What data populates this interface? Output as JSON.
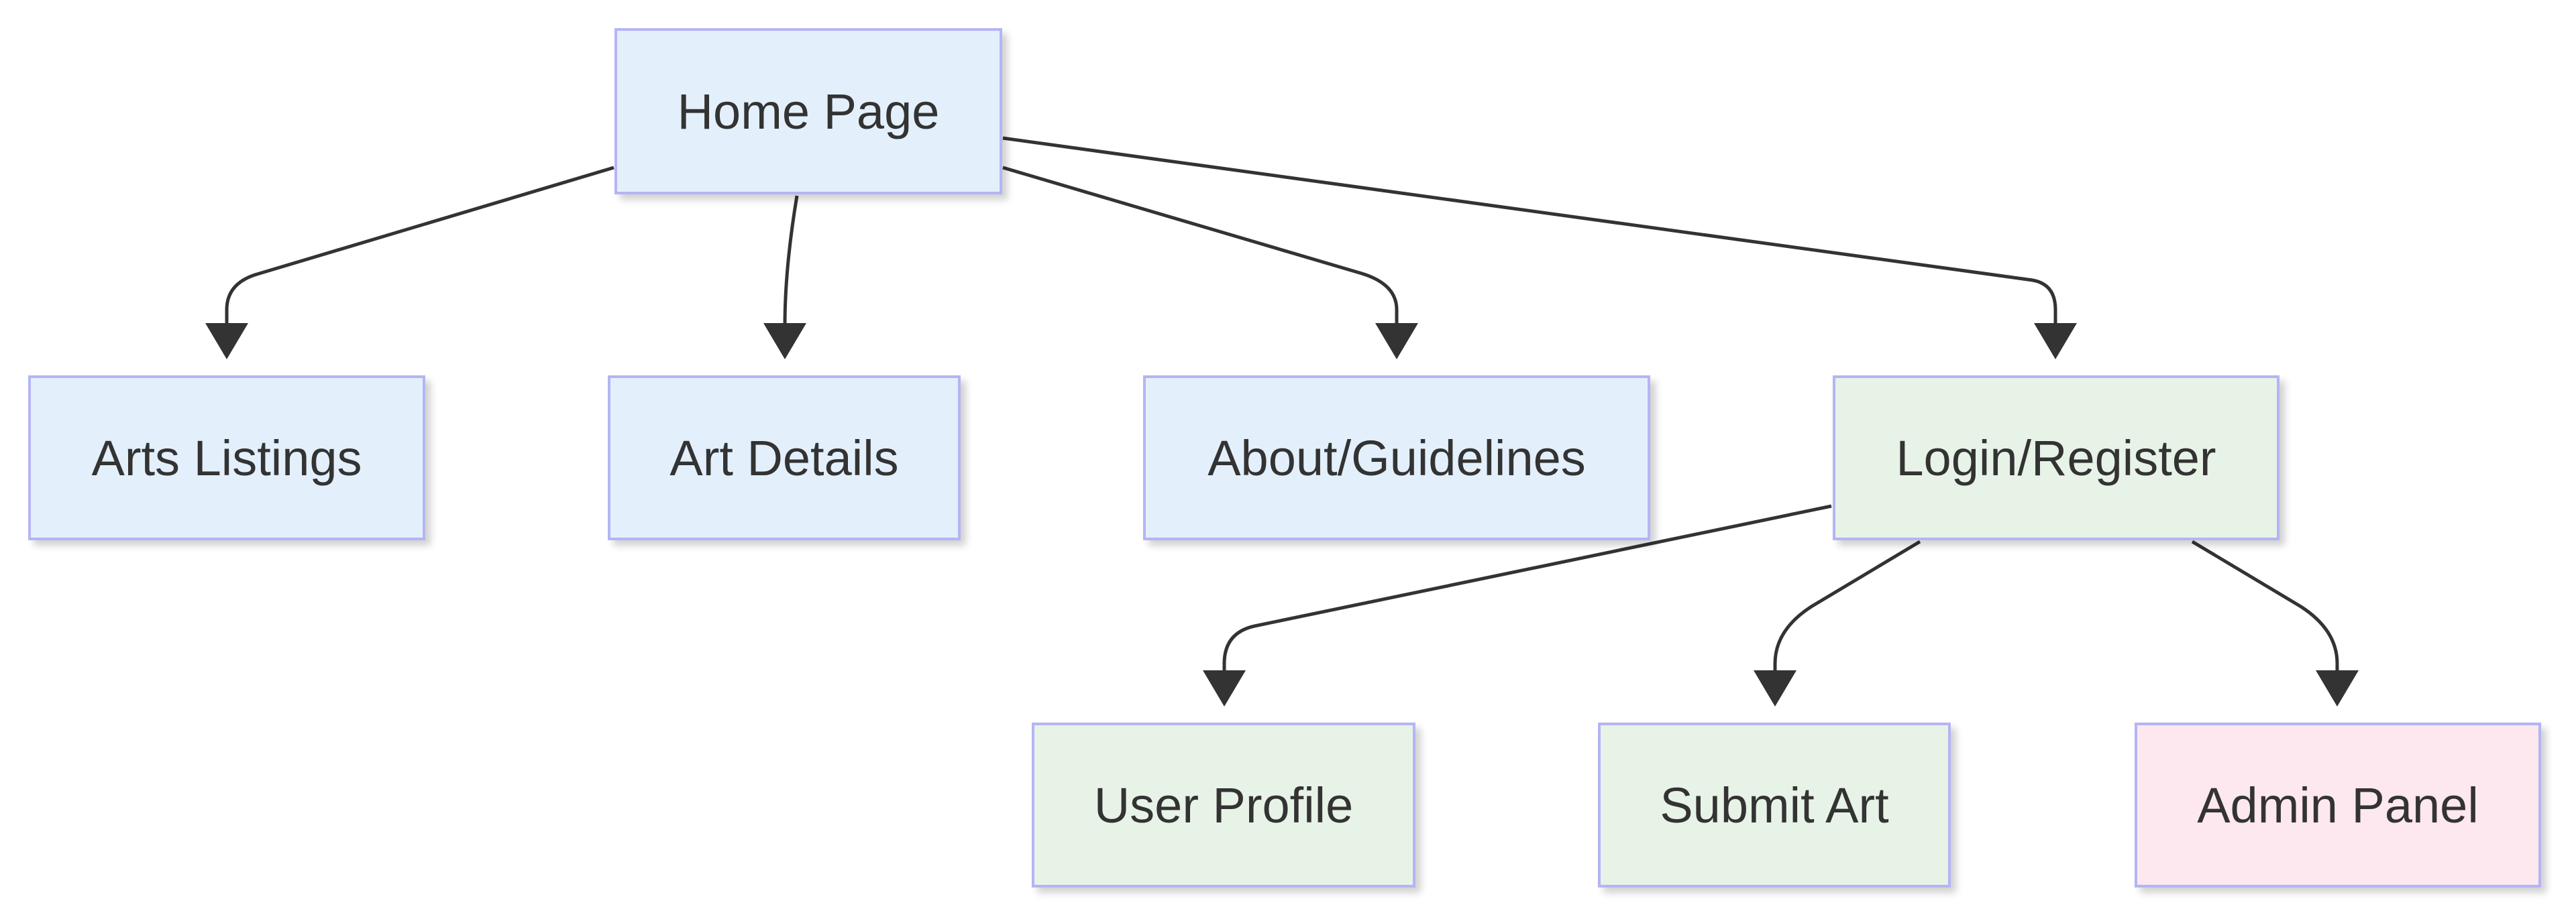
{
  "colors": {
    "blue_fill": "#e3f0fc",
    "green_fill": "#e8f3e8",
    "pink_fill": "#fce8ee",
    "border": "#b4b4f5",
    "edge": "#333333",
    "text": "#333333"
  },
  "nodes": {
    "home": {
      "label": "Home Page"
    },
    "arts_listings": {
      "label": "Arts Listings"
    },
    "art_details": {
      "label": "Art Details"
    },
    "about": {
      "label": "About/Guidelines"
    },
    "login": {
      "label": "Login/Register"
    },
    "user_profile": {
      "label": "User Profile"
    },
    "submit_art": {
      "label": "Submit Art"
    },
    "admin_panel": {
      "label": "Admin Panel"
    }
  },
  "edges": [
    {
      "from": "home",
      "to": "arts_listings"
    },
    {
      "from": "home",
      "to": "art_details"
    },
    {
      "from": "home",
      "to": "about"
    },
    {
      "from": "home",
      "to": "login"
    },
    {
      "from": "login",
      "to": "user_profile"
    },
    {
      "from": "login",
      "to": "submit_art"
    },
    {
      "from": "login",
      "to": "admin_panel"
    }
  ]
}
